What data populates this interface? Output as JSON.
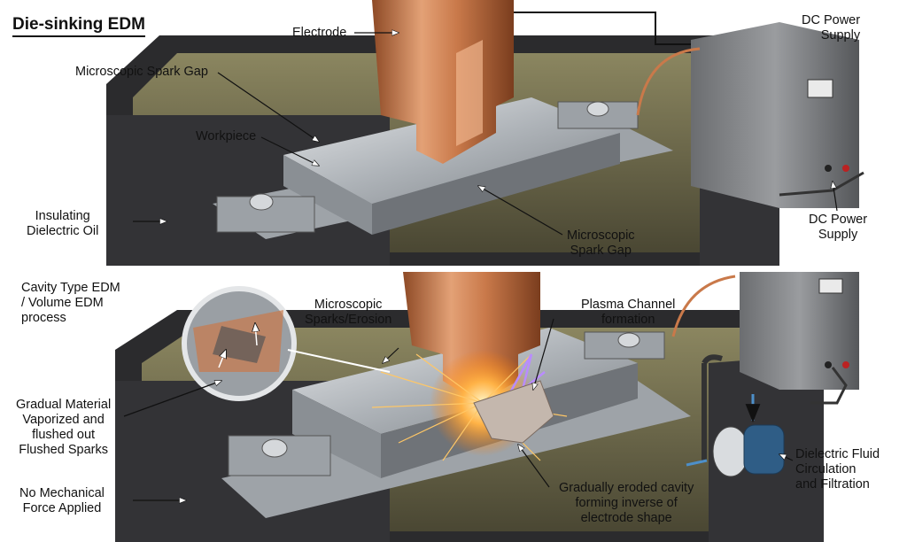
{
  "title": "Die-sinking EDM",
  "top_panel": {
    "electrode": "Electrode",
    "dc_power_supply": "DC Power\nSupply",
    "microscopic_spark_gap": "Microscopic Spark Gap",
    "workpiece": "Workpiece",
    "insulating_dielectric_oil": "Insulating\nDielectric Oil",
    "dc_power_supply_bottom": "DC Power\nSupply",
    "microscopic_spark_gap_bottom": "Microscopic\nSpark Gap"
  },
  "bottom_panel": {
    "cavity_type": "Cavity Type EDM\n/ Volume EDM\nprocess",
    "microscopic_sparks": "Microscopic\nSparks/Erosion",
    "plasma_channel": "Plasma Channel\nformation",
    "gradual_material": "Gradual Material\nVaporized and\nflushed out\nFlushed Sparks",
    "no_mechanical_force": "No Mechanical\nForce Applied",
    "gradually_eroded": "Gradually eroded cavity\nforming inverse of\nelectrode shape",
    "dielectric_fluid": "Dielectric Fluid\nCirculation\nand Filtration"
  },
  "colors": {
    "copper": "#c9794a",
    "steel": "#b9bdc2",
    "tank": "#2b2b2d",
    "oil": "#6e6a4e",
    "pump_blue": "#2f5d86"
  }
}
